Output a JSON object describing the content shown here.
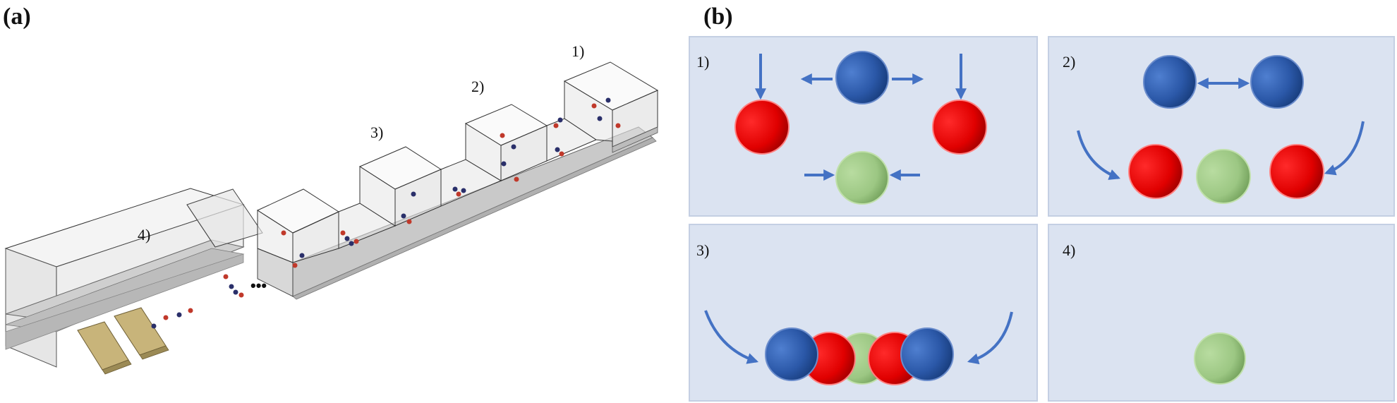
{
  "panel_a": {
    "label": "(a)",
    "steps": [
      "1)",
      "2)",
      "3)",
      "4)"
    ],
    "ellipsis": "•••"
  },
  "panel_b": {
    "label": "(b)",
    "boxes": [
      {
        "label": "1)"
      },
      {
        "label": "2)"
      },
      {
        "label": "3)"
      },
      {
        "label": "4)"
      }
    ]
  },
  "colors": {
    "panel_background": "#dbe3f1",
    "blue_particle": "#2f5fb0",
    "red_particle": "#e00000",
    "green_particle": "#a6cf8c",
    "arrow": "#4472c4",
    "electrode": "#c8b47a"
  }
}
